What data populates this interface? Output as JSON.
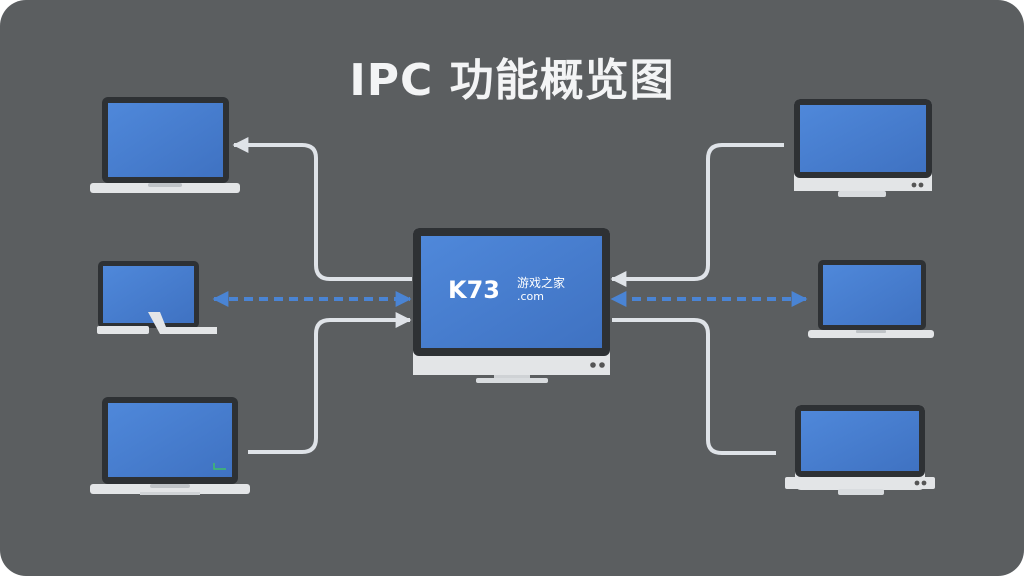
{
  "title": "IPC 功能概览图",
  "watermark": {
    "logo": "K73",
    "name": "游戏之家",
    "domain": ".com"
  },
  "colors": {
    "background": "#5b5e60",
    "screen": "#4a7fd0",
    "frame": "#2e3134",
    "body": "#e3e5e7",
    "line_solid": "#dfe3e8",
    "line_dashed": "#4a84d4"
  },
  "nodes": [
    {
      "id": "center",
      "kind": "monitor"
    },
    {
      "id": "left-top",
      "kind": "laptop"
    },
    {
      "id": "left-middle",
      "kind": "laptop"
    },
    {
      "id": "left-bottom",
      "kind": "laptop"
    },
    {
      "id": "right-top",
      "kind": "monitor"
    },
    {
      "id": "right-middle",
      "kind": "laptop"
    },
    {
      "id": "right-bottom",
      "kind": "monitor"
    }
  ],
  "connections": [
    {
      "from": "center",
      "to": "left-top",
      "style": "solid",
      "arrow": "to"
    },
    {
      "from": "left-middle",
      "to": "center",
      "style": "dashed",
      "arrow": "both"
    },
    {
      "from": "left-bottom",
      "to": "center",
      "style": "solid",
      "arrow": "to"
    },
    {
      "from": "right-top",
      "to": "center",
      "style": "solid",
      "arrow": "to"
    },
    {
      "from": "right-middle",
      "to": "center",
      "style": "dashed",
      "arrow": "both"
    },
    {
      "from": "center",
      "to": "right-bottom",
      "style": "solid",
      "arrow": "none"
    }
  ]
}
